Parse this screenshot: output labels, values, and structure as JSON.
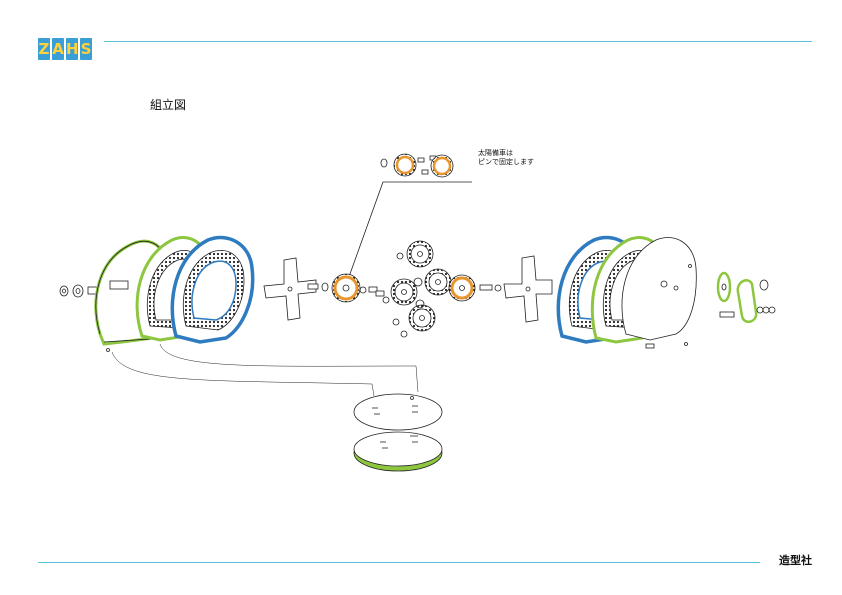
{
  "header": {
    "logo_letters": [
      "Z",
      "A",
      "H",
      "S"
    ],
    "accent_color": "#3a9fd6",
    "logo_text_color": "#ffd23c",
    "rule_color": "#5cc4dc"
  },
  "page": {
    "title": "組立図",
    "note_line1": "太陽備車は",
    "note_line2": "ピンで固定します",
    "publisher": "造型社"
  },
  "colors": {
    "green_part": "#8dc63f",
    "blue_part": "#2e7bbf",
    "orange_gear": "#e8952e",
    "outline": "#222222"
  }
}
